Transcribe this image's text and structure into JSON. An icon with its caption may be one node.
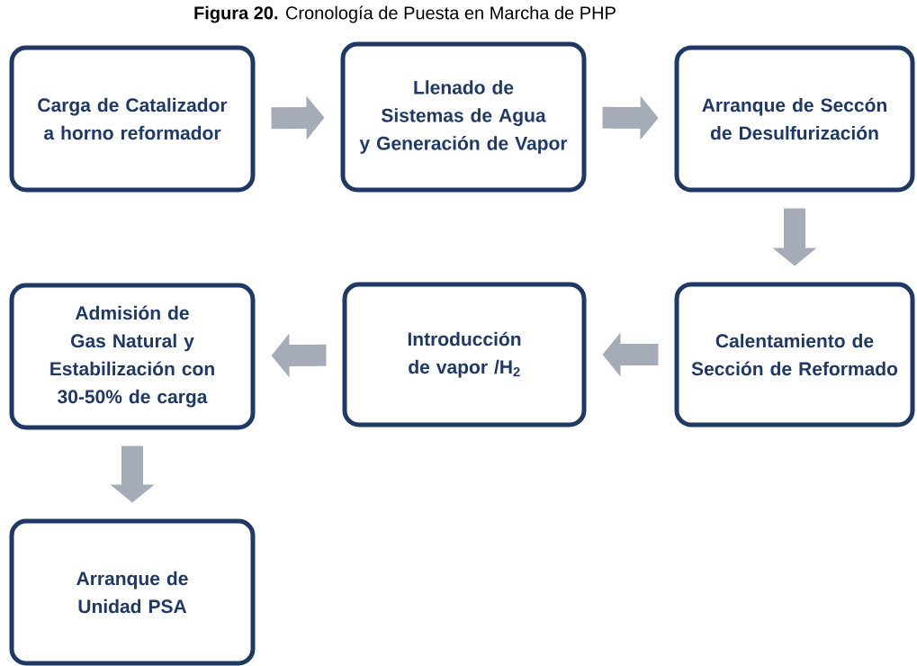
{
  "diagram": {
    "title": "**Figura 20.** Cronología de Puesta en Marcha de PHP",
    "nodes": [
      {
        "text": [
          "Carga de Catalizador a horno reformador"
        ]
      },
      {
        "text": [
          "Llenado de Sistemas de Agua y Generación de Vapor"
        ]
      },
      {
        "text": [
          "Arranque de Seccón de Desulfurización"
        ]
      },
      {
        "text": [
          "Calentamiento de Sección de Reformado"
        ]
      },
      {
        "text": [
          "Introducción de vapor /H$_{2}$"
        ]
      },
      {
        "text": [
          "Admisión de Gas Natural y Estabilización con 30-50% de carga"
        ]
      },
      {
        "text": [
          "Arranque de Unidad PSA"
        ]
      }
    ],
    "edges": [
      {
        "from": 0,
        "to": 1,
        "arrow": "to"
      },
      {
        "from": 1,
        "to": 2,
        "arrow": "to"
      },
      {
        "from": 2,
        "to": 3,
        "arrow": "to"
      },
      {
        "from": 3,
        "to": 4,
        "arrow": "to"
      },
      {
        "from": 4,
        "to": 5,
        "arrow": "to"
      },
      {
        "from": 5,
        "to": 6,
        "arrow": "to"
      }
    ]
  }
}
